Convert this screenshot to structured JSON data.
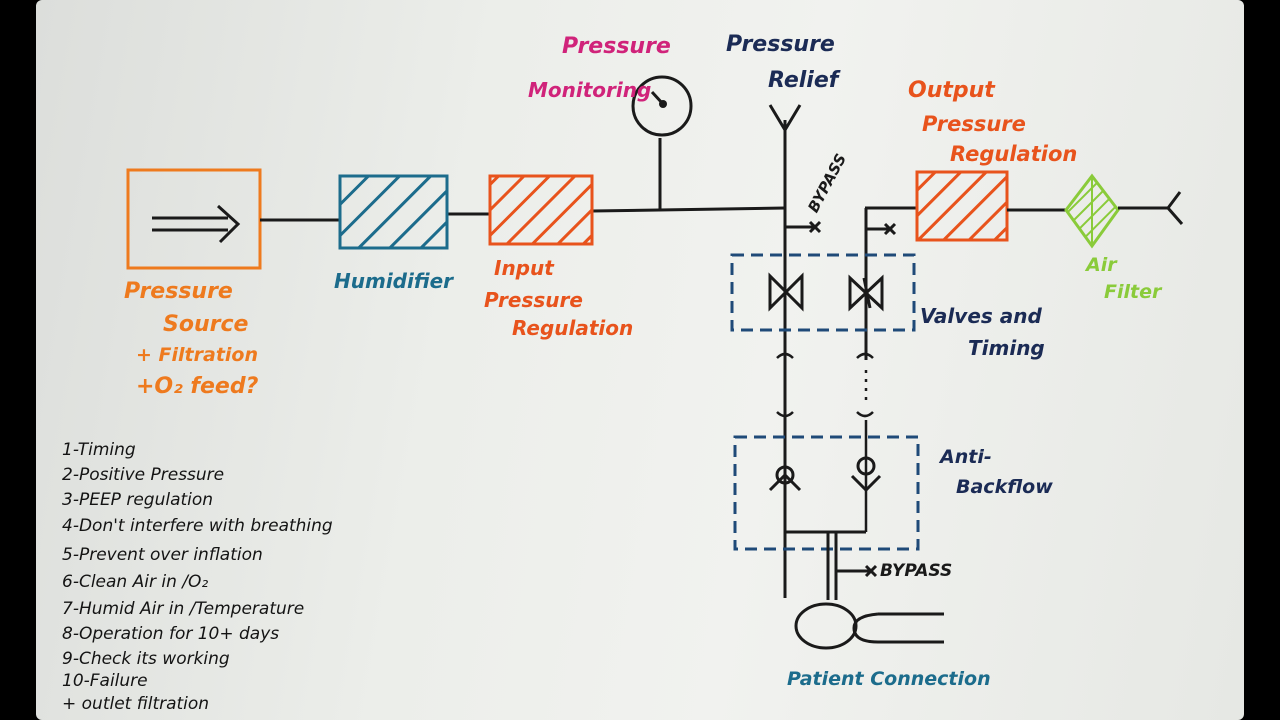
{
  "labels": {
    "pressure_source": "Pressure",
    "pressure_source_2": "Source",
    "filtration": "+ Filtration",
    "o2_feed": "+O₂ feed?",
    "humidifier": "Humidifier",
    "input_reg_1": "Input",
    "input_reg_2": "Pressure",
    "input_reg_3": "Regulation",
    "pressure_monitoring_1": "Pressure",
    "pressure_monitoring_2": "Monitoring",
    "pressure_relief_1": "Pressure",
    "pressure_relief_2": "Relief",
    "output_reg_1": "Output",
    "output_reg_2": "Pressure",
    "output_reg_3": "Regulation",
    "air_filter_1": "Air",
    "air_filter_2": "Filter",
    "bypass_top": "BYPASS",
    "bypass_bottom": "BYPASS",
    "valves_timing_1": "Valves and",
    "valves_timing_2": "Timing",
    "anti_backflow_1": "Anti-",
    "anti_backflow_2": "Backflow",
    "patient_connection": "Patient Connection"
  },
  "requirements": [
    "1-Timing",
    "2-Positive Pressure",
    "3-PEEP regulation",
    "4-Don't interfere with breathing",
    "5-Prevent over inflation",
    "6-Clean Air in /O₂",
    "7-Humid Air in /Temperature",
    "8-Operation for 10+ days",
    "9-Check its working",
    "10-Failure",
    "+ outlet filtration"
  ],
  "colors": {
    "source": "#ee7a1e",
    "humidifier": "#1c6c8c",
    "regulation": "#e8531c",
    "monitoring": "#d0237a",
    "relief": "#1b2b55",
    "filter": "#8acb3a",
    "ink": "#1a1a1a"
  }
}
